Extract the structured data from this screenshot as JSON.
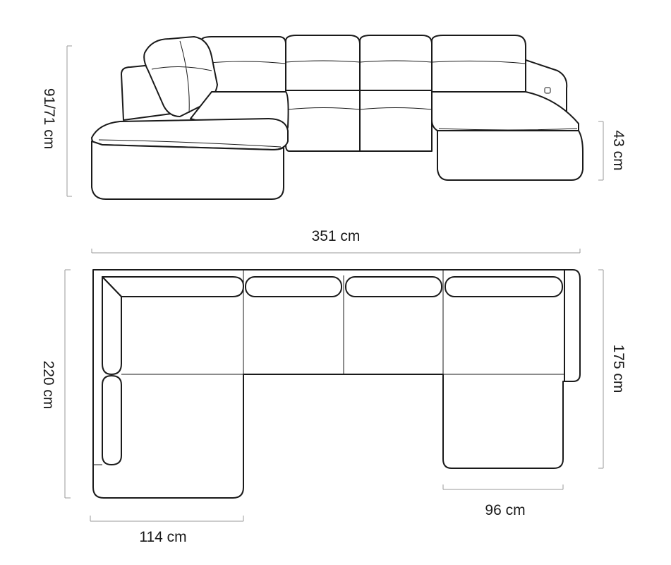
{
  "dimensions": {
    "front_height": "91/71 cm",
    "seat_height": "43 cm",
    "total_width": "351 cm",
    "left_depth": "220  cm",
    "right_depth": "175  cm",
    "chaise_width": "96 cm",
    "left_width": "114 cm"
  },
  "colors": {
    "line": "#1a1a1a",
    "dimension_line": "#9a9a9a"
  }
}
